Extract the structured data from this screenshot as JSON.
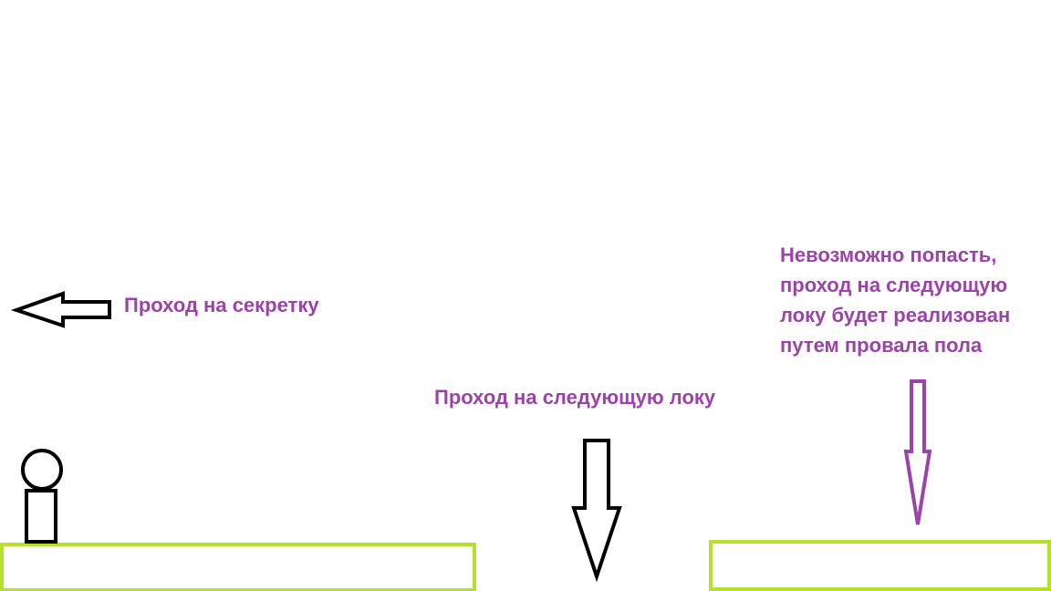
{
  "labels": {
    "secret_passage": "Проход на секретку",
    "next_location": "Проход на следующую локу",
    "impossible_lines": [
      "Невозможно попасть,",
      "проход на следующую",
      "локу будет реализован",
      "путем провала пола"
    ]
  },
  "colors": {
    "text": "#9b43a8",
    "platform": "#b5e02c",
    "outline": "#000000",
    "purple_arrow": "#9b43a8",
    "background": "#ffffff"
  },
  "icons": {
    "player": "stick-figure-icon",
    "left_arrow": "left-arrow-icon",
    "down_arrow": "down-arrow-icon",
    "purple_down_arrow": "down-arrow-icon"
  }
}
